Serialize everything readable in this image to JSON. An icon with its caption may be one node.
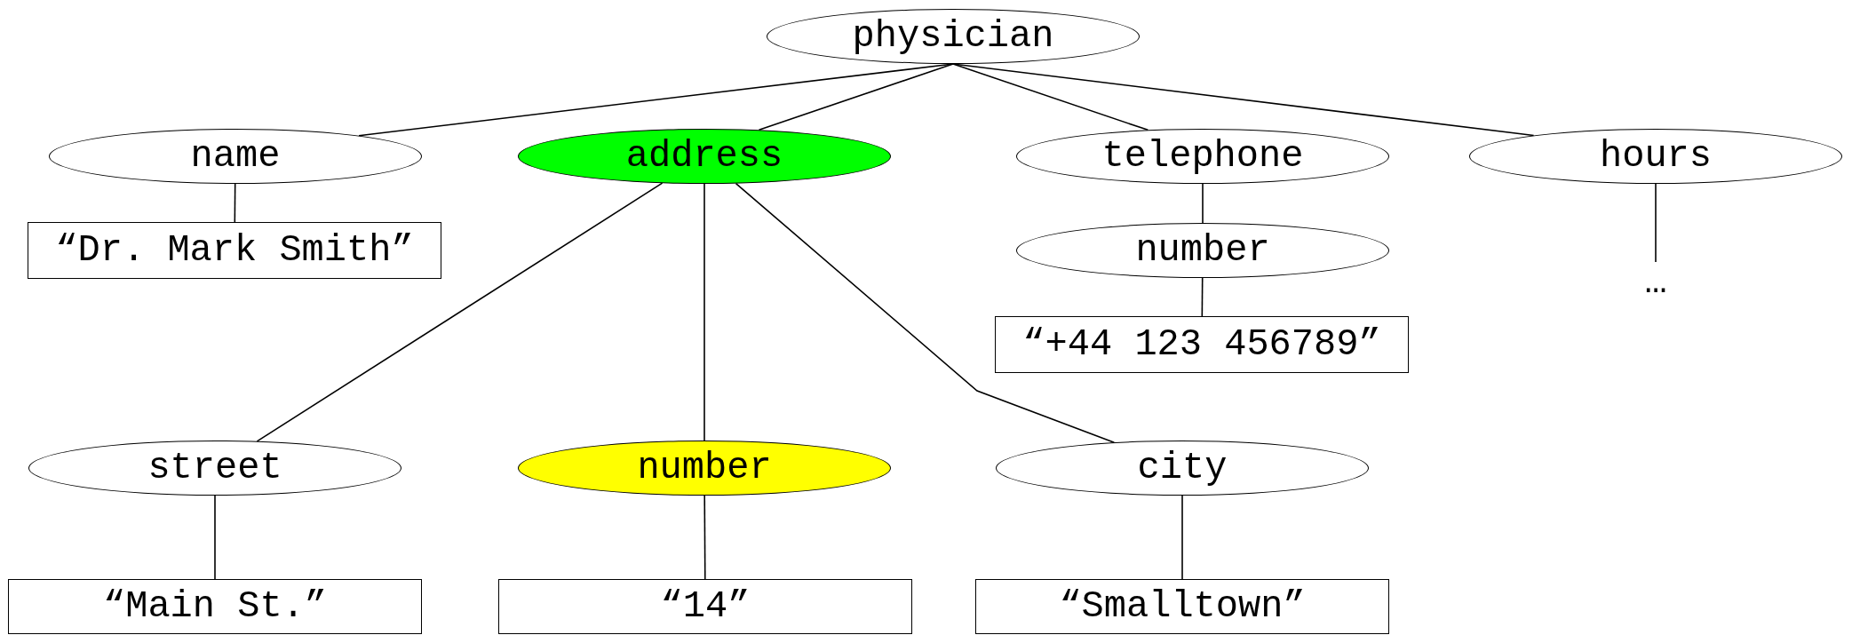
{
  "diagram": {
    "nodes": [
      {
        "text": [
          "physician"
        ]
      },
      {
        "text": [
          "name"
        ]
      },
      {
        "text": [
          "address"
        ]
      },
      {
        "text": [
          "telephone"
        ]
      },
      {
        "text": [
          "hours"
        ]
      },
      {
        "text": [
          "“Dr. Mark Smith”"
        ]
      },
      {
        "text": [
          "number"
        ]
      },
      {
        "text": [
          "…"
        ]
      },
      {
        "text": [
          "“+44 123 456789”"
        ]
      },
      {
        "text": [
          "street"
        ]
      },
      {
        "text": [
          "number"
        ]
      },
      {
        "text": [
          "city"
        ]
      },
      {
        "text": [
          "“Main St.”"
        ]
      },
      {
        "text": [
          "“14”"
        ]
      },
      {
        "text": [
          "“Smalltown”"
        ]
      }
    ],
    "edges": [
      {
        "from": 0,
        "to": 1,
        "arrow": "none"
      },
      {
        "from": 0,
        "to": 2,
        "arrow": "none"
      },
      {
        "from": 0,
        "to": 3,
        "arrow": "none"
      },
      {
        "from": 0,
        "to": 4,
        "arrow": "none"
      },
      {
        "from": 1,
        "to": 5,
        "arrow": "none"
      },
      {
        "from": 2,
        "to": 9,
        "arrow": "none"
      },
      {
        "from": 2,
        "to": 10,
        "arrow": "none"
      },
      {
        "from": 2,
        "to": 11,
        "arrow": "none"
      },
      {
        "from": 3,
        "to": 6,
        "arrow": "none"
      },
      {
        "from": 6,
        "to": 8,
        "arrow": "none"
      },
      {
        "from": 4,
        "to": 7,
        "arrow": "none"
      },
      {
        "from": 9,
        "to": 12,
        "arrow": "none"
      },
      {
        "from": 10,
        "to": 13,
        "arrow": "none"
      },
      {
        "from": 11,
        "to": 14,
        "arrow": "none"
      }
    ]
  }
}
